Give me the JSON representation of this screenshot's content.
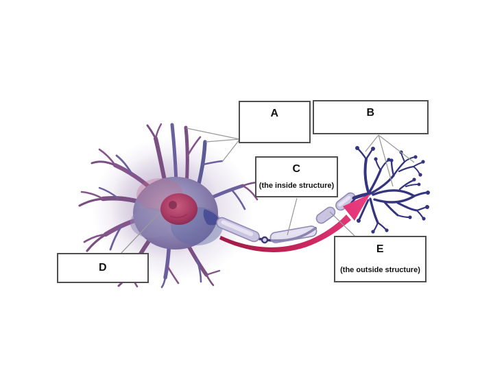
{
  "figure": {
    "type": "labeled-diagram",
    "subject": "neuron",
    "labels": {
      "a": {
        "letter": "A"
      },
      "b": {
        "letter": "B"
      },
      "c": {
        "letter": "C",
        "sublabel": "(the inside structure)"
      },
      "d": {
        "letter": "D"
      },
      "e": {
        "letter": "E",
        "sublabel": "(the outside structure)"
      }
    },
    "colors": {
      "background": "#ffffff",
      "box_border": "#4f4f4f",
      "label_text": "#111111",
      "leader_line": "#9a9a9a",
      "dendrite_purple": "#7a4f82",
      "soma_blue_violet": "#8d86b2",
      "nucleus_pink": "#b8456e",
      "myelin_lavender": "#cac4e0",
      "axon_dark_purple": "#3d3577",
      "signal_arrow_magenta": "#d62a67",
      "terminal_navy": "#34347f"
    }
  }
}
